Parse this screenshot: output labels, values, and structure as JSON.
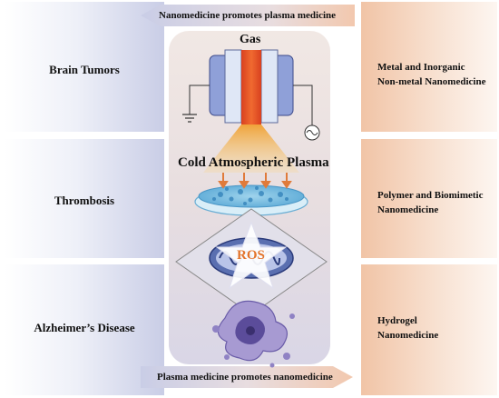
{
  "top_arrow": "Nanomedicine promotes plasma medicine",
  "bottom_arrow": "Plasma medicine promotes nanomedicine",
  "left": [
    "Brain Tumors",
    "Thrombosis",
    "Alzheimer’s Disease"
  ],
  "right": [
    [
      "Metal and Inorganic",
      "Non-metal Nanomedicine"
    ],
    [
      "Polymer and Biomimetic",
      "Nanomedicine"
    ],
    [
      "Hydrogel",
      "Nanomedicine"
    ]
  ],
  "center": {
    "gas": "Gas",
    "plasma": "Cold Atmospheric Plasma",
    "ros": "ROS"
  },
  "colors": {
    "left_panel": "#c9cde6",
    "right_panel": "#f1c4a6",
    "ros_text": "#e3742c",
    "plasma_core": "#e8542a",
    "arrows": "#e07b3a"
  }
}
